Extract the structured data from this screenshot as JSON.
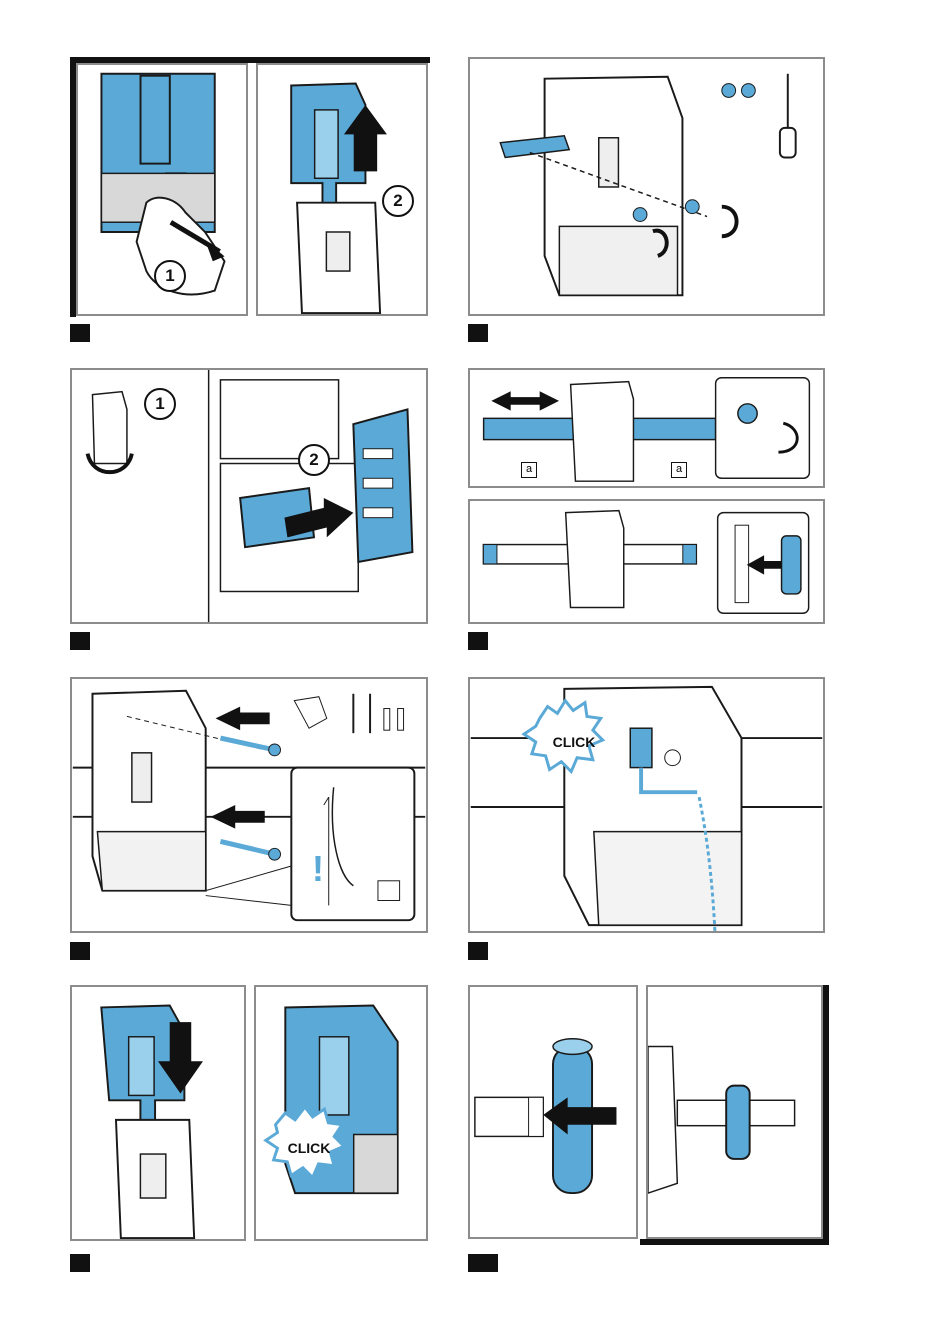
{
  "figure_markers": {
    "circle_1": "1",
    "circle_2": "2",
    "letter_a": "a",
    "click": "CLICK",
    "attention": "!"
  },
  "colors": {
    "accent_blue": "#5aa9d6",
    "light_blue": "#9bd0ec",
    "outline": "#1a1a1a",
    "frame": "#8c8c8c",
    "step_marker": "#111111"
  },
  "steps": [
    {
      "panel": "remove-holder",
      "marker": "filled-square"
    },
    {
      "panel": "screw-bracket",
      "marker": "filled-square"
    },
    {
      "panel": "slide-wall-plate",
      "marker": "filled-square"
    },
    {
      "panel": "adjust-rail",
      "marker": "filled-square"
    },
    {
      "panel": "drill-and-mount",
      "marker": "filled-square"
    },
    {
      "panel": "connect-cable",
      "marker": "filled-square"
    },
    {
      "panel": "reattach-holder",
      "marker": "filled-square"
    },
    {
      "panel": "attach-accessory-holder",
      "marker": "filled-rectangle"
    }
  ]
}
